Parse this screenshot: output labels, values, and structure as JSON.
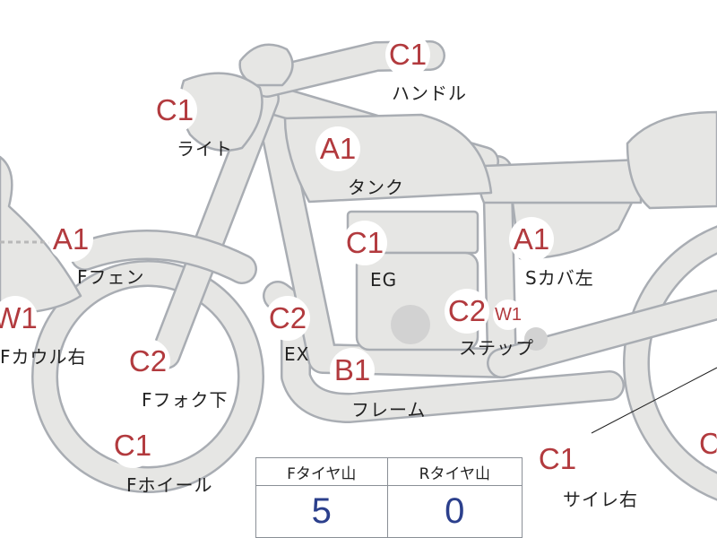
{
  "parts": [
    {
      "id": "handle",
      "grade": "C1",
      "label": "ハンドル"
    },
    {
      "id": "light",
      "grade": "C1",
      "label": "ライト"
    },
    {
      "id": "tank",
      "grade": "A1",
      "label": "タンク"
    },
    {
      "id": "f-fender",
      "grade": "A1",
      "label": "Fフェン"
    },
    {
      "id": "engine",
      "grade": "C1",
      "label": "EG"
    },
    {
      "id": "s-cover-left",
      "grade": "A1",
      "label": "Sカバ左"
    },
    {
      "id": "f-cowl-right",
      "grade": "W1",
      "label": "Fカウル右"
    },
    {
      "id": "exhaust",
      "grade": "C2",
      "label": "EX"
    },
    {
      "id": "step",
      "grade": "C2",
      "grade2": "W1",
      "label": "ステップ"
    },
    {
      "id": "f-fork-lower",
      "grade": "C2",
      "label": "Fフォク下"
    },
    {
      "id": "frame",
      "grade": "B1",
      "label": "フレーム"
    },
    {
      "id": "f-wheel",
      "grade": "C1",
      "label": "Fホイール"
    },
    {
      "id": "silencer-right",
      "grade": "C1",
      "label": "サイレ右"
    },
    {
      "id": "r-wheel-cut",
      "grade": "C"
    }
  ],
  "tire_table": {
    "headers": [
      "Fタイヤ山",
      "Rタイヤ山"
    ],
    "values": [
      "5",
      "0"
    ]
  },
  "colors": {
    "grade": "#b23a3e",
    "value": "#2b3f8c",
    "outline": "#a9adb3",
    "fill": "#e6e6e4"
  }
}
